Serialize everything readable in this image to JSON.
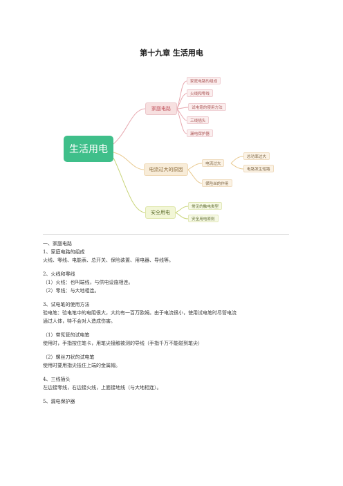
{
  "title": "第十九章 生活用电",
  "mindmap": {
    "root": "生活用电",
    "branches": [
      {
        "label": "家庭电路",
        "children": [
          "家庭电路的组成",
          "火线和零线",
          "试电笔的使用方法",
          "三线插头",
          "漏电保护器"
        ]
      },
      {
        "label": "电流过大的原因",
        "children": [
          "电流过大",
          "保险丝的作用"
        ],
        "grandchildren": [
          "总功率过大",
          "电路发生短路"
        ]
      },
      {
        "label": "安全用电",
        "children": [
          "常见的触电类型",
          "安全用电原则"
        ]
      }
    ]
  },
  "content": {
    "s1_title": "一、家庭电路",
    "s1_1_title": "1、家庭电路的组成",
    "s1_1_body": "火线、零线、电能表、总开关、保险装置、用电器、导线等。",
    "s1_2_title": "2、火线和零线",
    "s1_2_a": "（1）火线：也叫端线，与供电设施相连。",
    "s1_2_b": "（2）零线：与大地相连。",
    "s1_3_title": "3、试电笔的使用方法",
    "s1_3_body1": "验电笔：验电笔中的电阻很大，大约有一百万欧姆。由于电流很小，使用试电笔时尽管电流",
    "s1_3_body2": "通过人体，特不会对人造成伤害。",
    "s1_3_1_title": "（1）带氖管的试电笔",
    "s1_3_1_body": "使用时，手指按住笔卡，用笔尖接触被测的导线（手指千万不能碰到笔尖）",
    "s1_3_2_title": "（2）螺丝刀状的试电笔",
    "s1_3_2_body": "使用时要用指尖抵住上端的金属帽。",
    "s1_4_title": "4、三线插头",
    "s1_4_body": "左边接零线，右边接火线，上面接地线（与大地相连）。",
    "s1_5_title": "5、漏电保护器"
  }
}
